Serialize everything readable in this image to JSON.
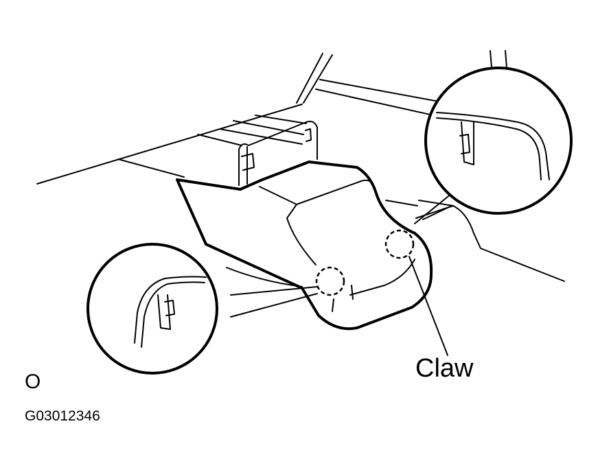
{
  "callout_label": "Claw",
  "view_marker": "O",
  "figure_code": "G03012346",
  "colors": {
    "line": "#000000",
    "background": "#ffffff"
  }
}
